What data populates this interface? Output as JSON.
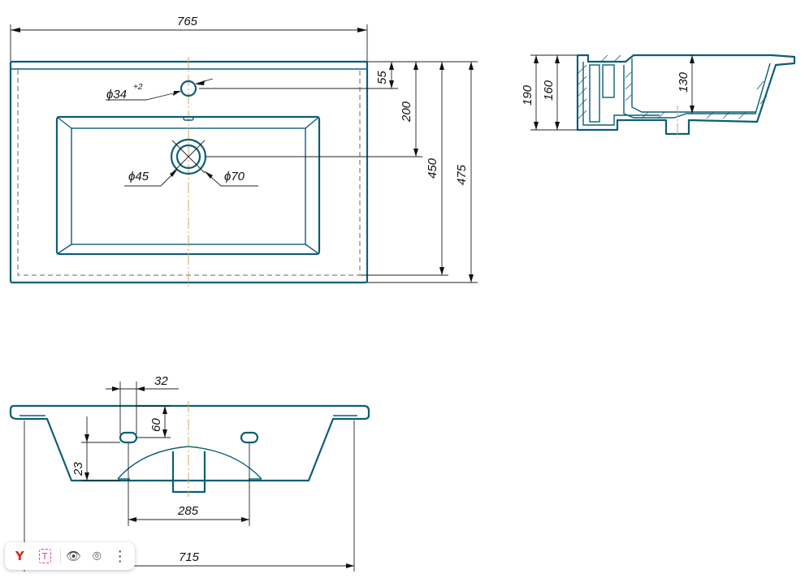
{
  "dimensions": {
    "top_width": "765",
    "tap_hole_dia": "ϕ34",
    "tap_hole_sup": "+2",
    "tap_offset": "55",
    "drain_offset": "200",
    "inner_depth": "450",
    "outer_depth": "475",
    "drain_small": "ϕ45",
    "drain_large": "ϕ70",
    "side_height_total": "190",
    "side_height_mid": "160",
    "side_bowl_depth": "130",
    "overflow_width": "32",
    "overflow_height": "60",
    "bowl_rim": "23",
    "overflow_spacing": "285",
    "base_width": "715"
  },
  "toolbar": {
    "items": [
      {
        "name": "yandex-icon",
        "glyph": "Y",
        "color": "#e0241a"
      },
      {
        "name": "translate-icon",
        "glyph": "T",
        "color": "#d63aa6"
      },
      {
        "name": "eye-icon",
        "glyph": "👁",
        "color": "#444444"
      },
      {
        "name": "lens-icon",
        "glyph": "⌾",
        "color": "#444444"
      },
      {
        "name": "more-icon",
        "glyph": "⋮",
        "color": "#444444"
      }
    ]
  }
}
